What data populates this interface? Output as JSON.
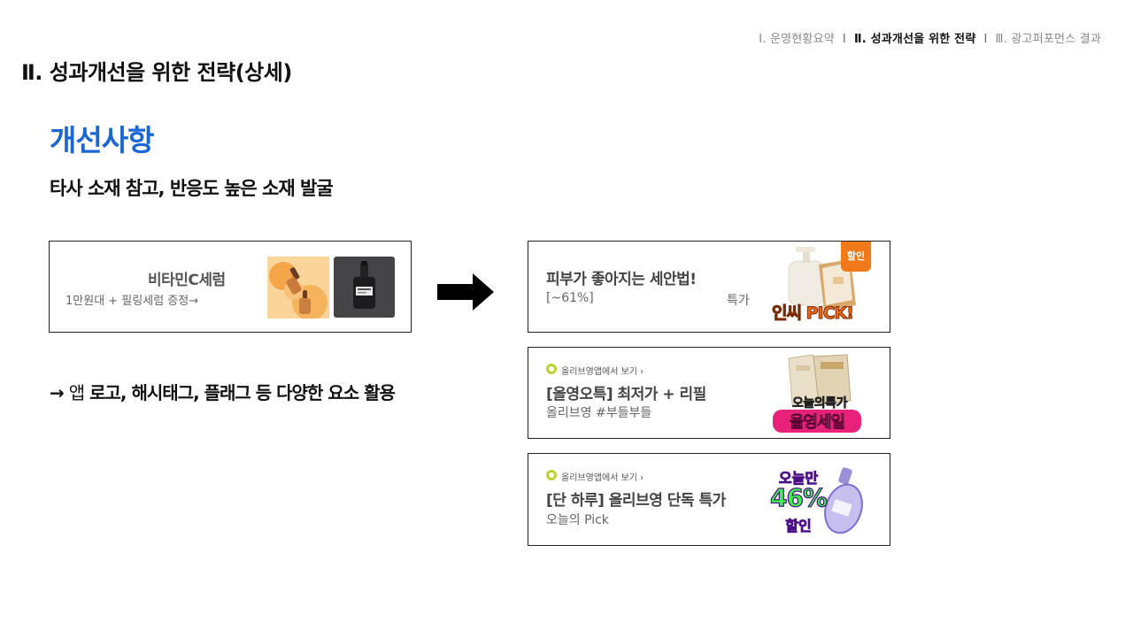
{
  "nav": {
    "items": [
      "Ⅰ. 운영현황요약",
      "Ⅱ. 성과개선을 위한 전략",
      "Ⅲ. 광고퍼포먼스 결과"
    ],
    "separator": "I"
  },
  "page_title": "Ⅱ. 성과개선을 위한 전략(상세)",
  "section_title": "개선사항",
  "subtitle": "타사 소재 참고, 반응도 높은 소재 발굴",
  "note": {
    "prefix": "→",
    "app": "앱",
    "text": "로고, 해시태그, 플래그 등 다양한 요소 활용"
  },
  "before_banner": {
    "title": "비타민C세럼",
    "subtitle": "1만원대 + 필링세럼 증정→"
  },
  "after_banners": [
    {
      "title": "피부가 좋아지는 세안법!",
      "discount": "[~61%]",
      "tag": "특가",
      "badge": "할인",
      "flag": "인씨 PICK!"
    },
    {
      "brand_link": "올리브영앱에서 보기 ›",
      "title": "[올영오특] 최저가 + 리필",
      "subtitle": "올리브영 #부들부들",
      "flag_top": "오늘의특가",
      "flag_main": "올영세일"
    },
    {
      "brand_link": "올리브영앱에서 보기 ›",
      "title": "[단 하루] 올리브영 단독 특가",
      "subtitle": "오늘의 Pick",
      "flag_top": "오늘만",
      "flag_main": "46%",
      "flag_bottom": "할인"
    }
  ],
  "colors": {
    "accent": "#1a66d6",
    "oliveyoung": "#b8d433",
    "badge_orange": "#f07a1a",
    "flag_green": "#3df04a",
    "flag_purple": "#6a1fb0",
    "sale_pink": "#e8227a"
  }
}
